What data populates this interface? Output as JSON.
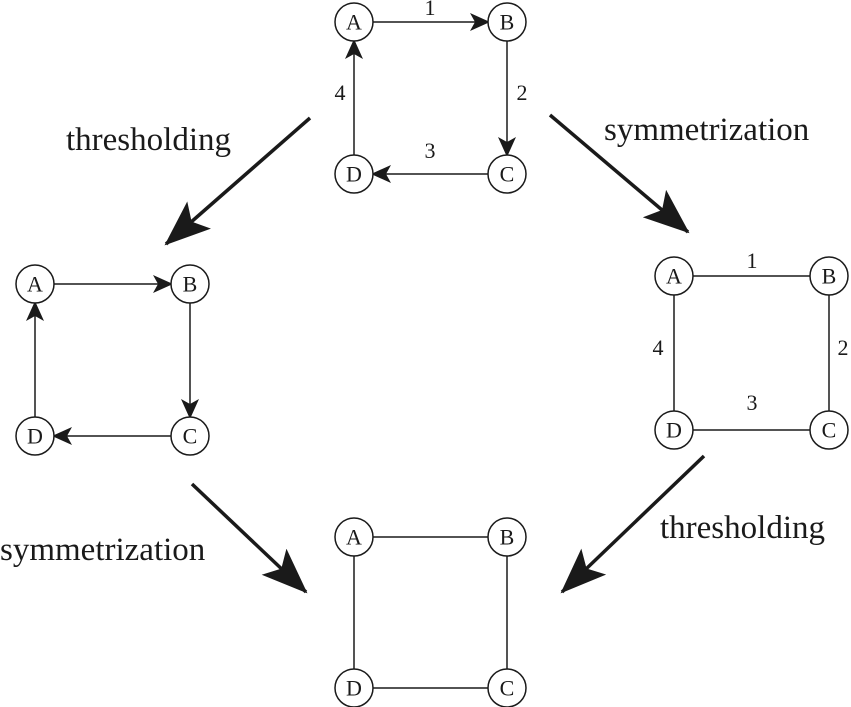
{
  "colors": {
    "ink": "#1a1a1a",
    "background": "#ffffff"
  },
  "graphs": [
    {
      "id": "top",
      "directed": true,
      "nodes": [
        {
          "label": "A"
        },
        {
          "label": "B"
        },
        {
          "label": "C"
        },
        {
          "label": "D"
        }
      ],
      "edges": [
        {
          "from": "A",
          "to": "B",
          "weight": "1"
        },
        {
          "from": "B",
          "to": "C",
          "weight": "2"
        },
        {
          "from": "C",
          "to": "D",
          "weight": "3"
        },
        {
          "from": "D",
          "to": "A",
          "weight": "4"
        }
      ]
    },
    {
      "id": "left",
      "directed": true,
      "nodes": [
        {
          "label": "A"
        },
        {
          "label": "B"
        },
        {
          "label": "C"
        },
        {
          "label": "D"
        }
      ],
      "edges": [
        {
          "from": "A",
          "to": "B",
          "weight": ""
        },
        {
          "from": "B",
          "to": "C",
          "weight": ""
        },
        {
          "from": "C",
          "to": "D",
          "weight": ""
        },
        {
          "from": "D",
          "to": "A",
          "weight": ""
        }
      ]
    },
    {
      "id": "right",
      "directed": false,
      "nodes": [
        {
          "label": "A"
        },
        {
          "label": "B"
        },
        {
          "label": "C"
        },
        {
          "label": "D"
        }
      ],
      "edges": [
        {
          "from": "A",
          "to": "B",
          "weight": "1"
        },
        {
          "from": "B",
          "to": "C",
          "weight": "2"
        },
        {
          "from": "C",
          "to": "D",
          "weight": "3"
        },
        {
          "from": "D",
          "to": "A",
          "weight": "4"
        }
      ]
    },
    {
      "id": "bottom",
      "directed": false,
      "nodes": [
        {
          "label": "A"
        },
        {
          "label": "B"
        },
        {
          "label": "C"
        },
        {
          "label": "D"
        }
      ],
      "edges": [
        {
          "from": "A",
          "to": "B",
          "weight": ""
        },
        {
          "from": "B",
          "to": "C",
          "weight": ""
        },
        {
          "from": "C",
          "to": "D",
          "weight": ""
        },
        {
          "from": "D",
          "to": "A",
          "weight": ""
        }
      ]
    }
  ],
  "operations": [
    {
      "id": "top-to-left",
      "label": "thresholding"
    },
    {
      "id": "top-to-right",
      "label": "symmetrization"
    },
    {
      "id": "left-to-bottom",
      "label": "symmetrization"
    },
    {
      "id": "right-to-bottom",
      "label": "thresholding"
    }
  ]
}
